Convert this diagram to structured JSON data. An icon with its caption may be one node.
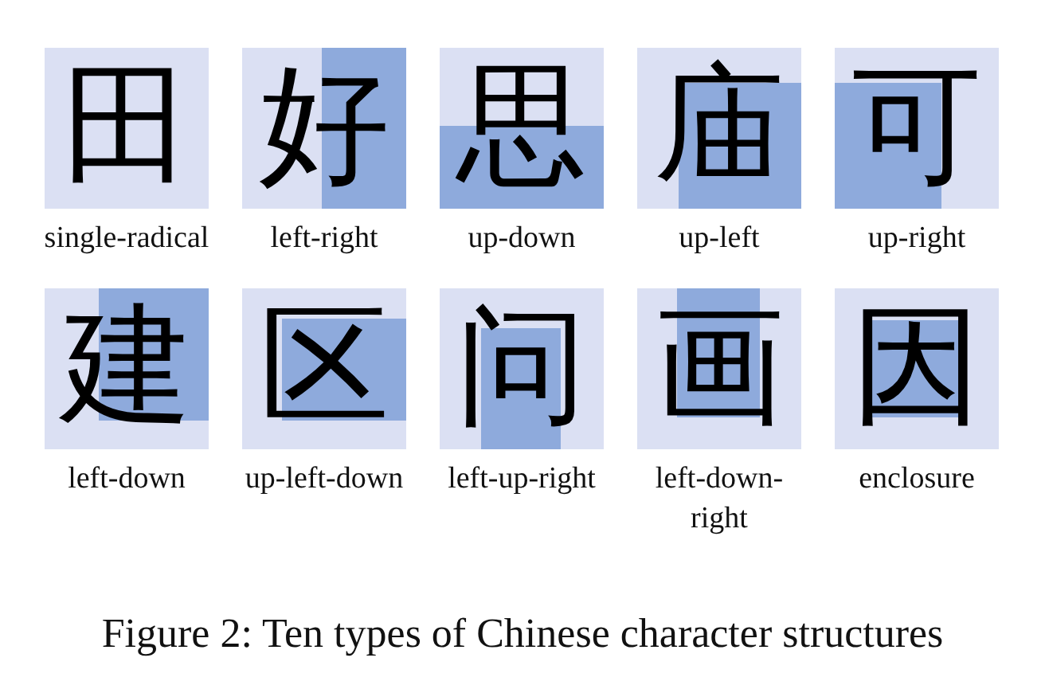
{
  "diagram": {
    "caption": "Figure 2: Ten types of Chinese character structures",
    "nodes": [
      {
        "text": [
          "田"
        ],
        "beside": [
          "single-radical"
        ]
      },
      {
        "text": [
          "好"
        ],
        "beside": [
          "left-right"
        ]
      },
      {
        "text": [
          "思"
        ],
        "beside": [
          "up-down"
        ]
      },
      {
        "text": [
          "庙"
        ],
        "beside": [
          "up-left"
        ]
      },
      {
        "text": [
          "可"
        ],
        "beside": [
          "up-right"
        ]
      },
      {
        "text": [
          "建"
        ],
        "beside": [
          "left-down"
        ]
      },
      {
        "text": [
          "区"
        ],
        "beside": [
          "up-left-down"
        ]
      },
      {
        "text": [
          "问"
        ],
        "beside": [
          "left-up-right"
        ]
      },
      {
        "text": [
          "画"
        ],
        "beside": [
          "left-down-right"
        ]
      },
      {
        "text": [
          "因"
        ],
        "beside": [
          "enclosure"
        ]
      }
    ]
  }
}
